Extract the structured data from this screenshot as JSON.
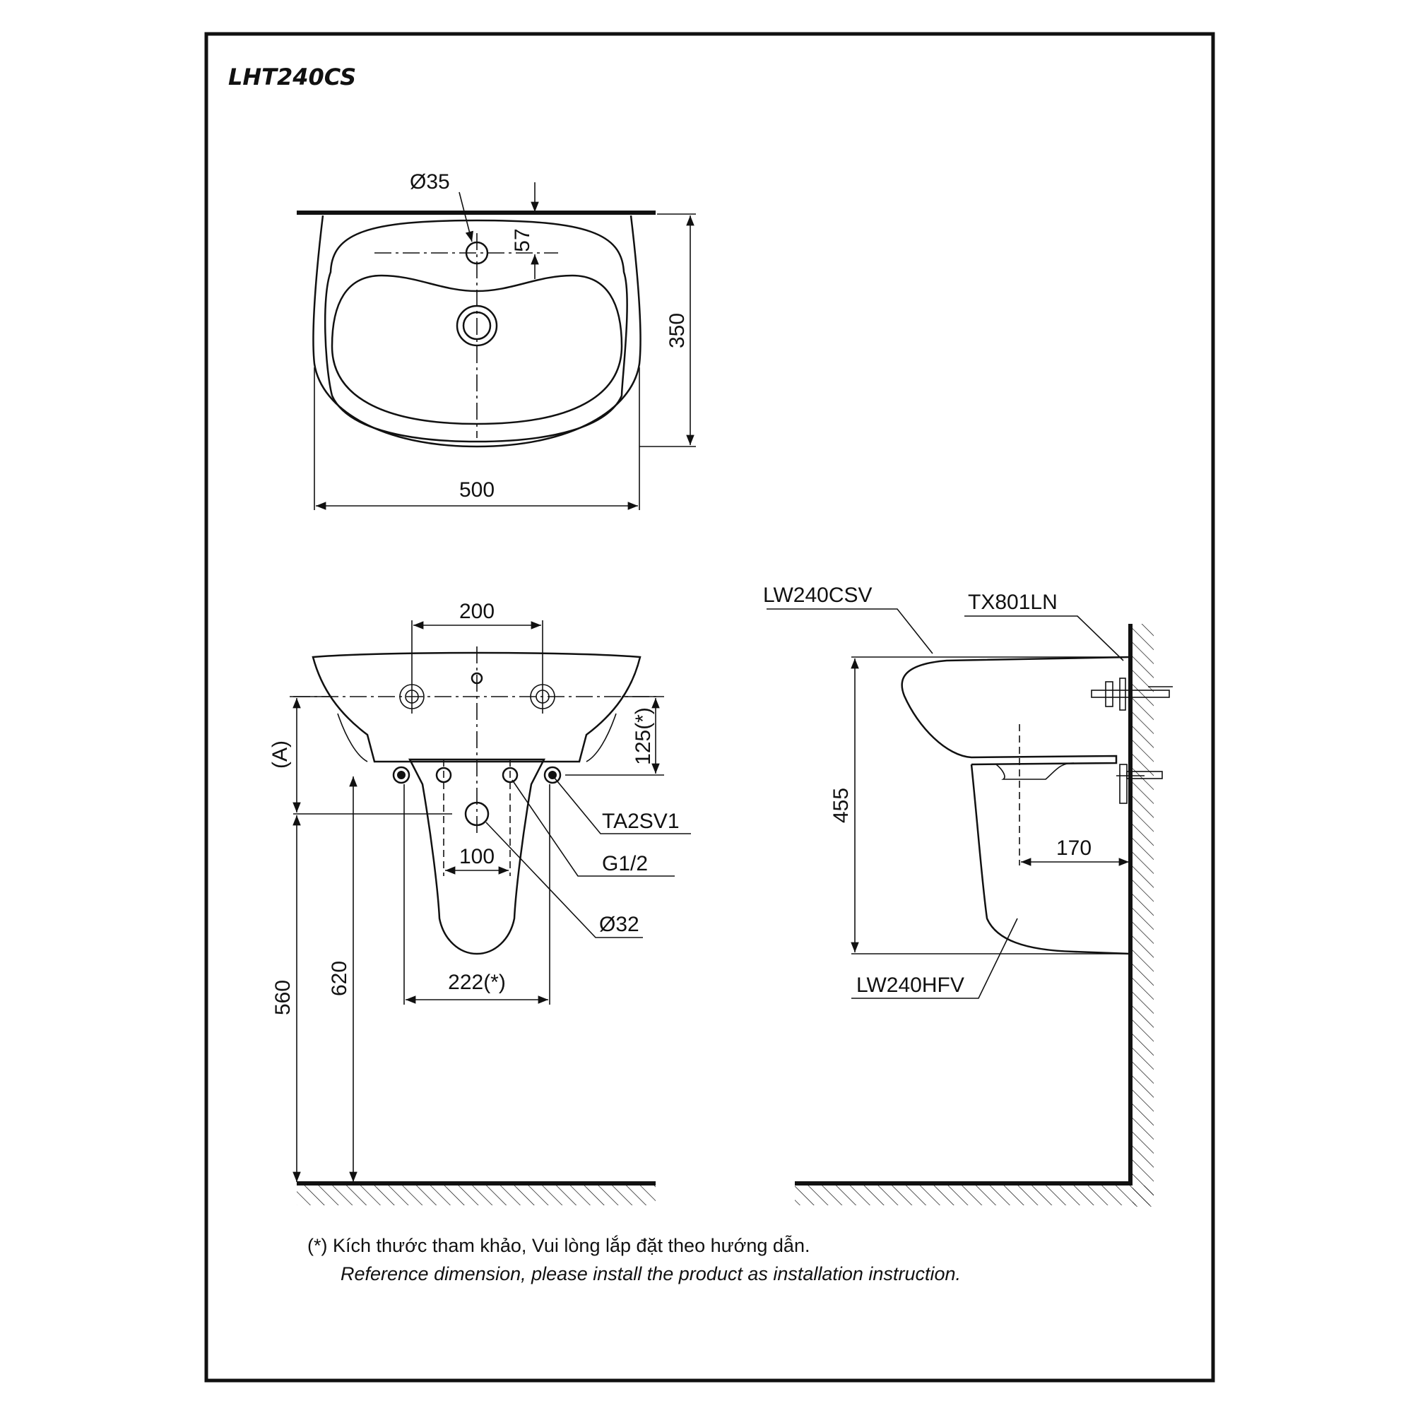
{
  "title": "LHT240CS",
  "top_view": {
    "dim_hole": "Ø35",
    "dim_57": "57",
    "dim_350": "350",
    "dim_500": "500"
  },
  "front_view": {
    "dim_200": "200",
    "dim_A": "(A)",
    "dim_125": "125(*)",
    "dim_100": "100",
    "dim_222": "222(*)",
    "dim_560": "560",
    "dim_620": "620",
    "label_valve": "TA2SV1",
    "label_thread": "G1/2",
    "label_drain": "Ø32"
  },
  "side_view": {
    "label_basin": "LW240CSV",
    "label_bolt": "TX801LN",
    "label_pedestal": "LW240HFV",
    "dim_455": "455",
    "dim_170": "170"
  },
  "note": {
    "vi": "(*) Kích thước tham khảo, Vui lòng lắp đặt theo hướng dẫn.",
    "en": "Reference dimension, please install the product as installation instruction."
  }
}
